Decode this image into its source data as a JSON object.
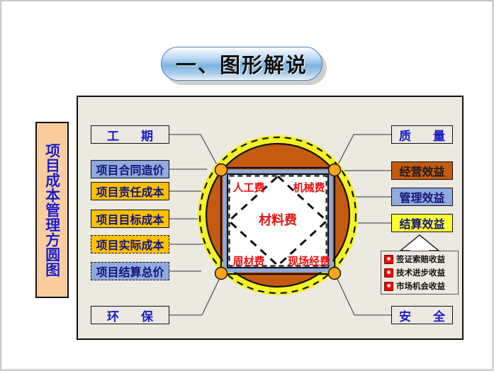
{
  "title": {
    "text": "一、图形解说"
  },
  "sidebar": {
    "text": "项目成本管理方圆图"
  },
  "left_labels": [
    {
      "text": "工　期",
      "style": "plain"
    },
    {
      "text": "项目合同造价",
      "style": "steel"
    },
    {
      "text": "项目责任成本",
      "style": "gold"
    },
    {
      "text": "项目目标成本",
      "style": "gold"
    },
    {
      "text": "项目实际成本",
      "style": "gold-dashed"
    },
    {
      "text": "项目结算总价",
      "style": "steel-dashed"
    },
    {
      "text": "环　保",
      "style": "plain"
    }
  ],
  "right_labels": [
    {
      "text": "质　量",
      "style": "plain"
    },
    {
      "text": "经营效益",
      "style": "orange"
    },
    {
      "text": "管理效益",
      "style": "steel"
    },
    {
      "text": "结算效益",
      "style": "yellow"
    },
    {
      "text": "安　全",
      "style": "plain"
    }
  ],
  "benefit_list": {
    "items": [
      "签证索赔收益",
      "技术进步收益",
      "市场机会收益"
    ],
    "bullet_icon": "red-square-bullet-icon"
  },
  "diagram": {
    "center_label": "材料费",
    "corner_labels": {
      "top_left": "人工费",
      "top_right": "机械费",
      "bottom_left": "周材费",
      "bottom_right": "现场经费"
    },
    "colors": {
      "outer_ring": "#f2f224",
      "circle_fill": "#c55a11",
      "frame_band": "#8faadc",
      "inner_fill": "#ffffff",
      "corner_dot": "#ffa319",
      "label_text": "#ee1111",
      "stroke": "#111111"
    }
  }
}
